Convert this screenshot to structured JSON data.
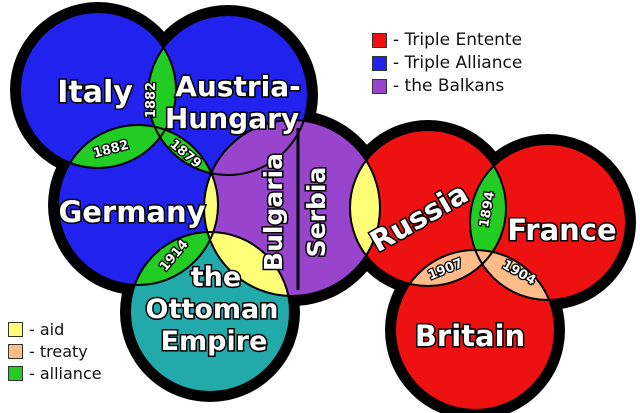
{
  "colors": {
    "triple_entente": "#ee1111",
    "triple_alliance": "#2222ee",
    "balkans": "#9944cc",
    "ottoman": "#22aaaa",
    "aid": "#ffff77",
    "treaty": "#ffbb88",
    "alliance": "#22cc22",
    "outline": "#000000"
  },
  "legend_blocs": [
    {
      "label": "- Triple Entente",
      "color": "#ee1111"
    },
    {
      "label": "- Triple Alliance",
      "color": "#2222ee"
    },
    {
      "label": "- the Balkans",
      "color": "#9944cc"
    }
  ],
  "legend_bonds": [
    {
      "label": "- aid",
      "color": "#ffff77"
    },
    {
      "label": "- treaty",
      "color": "#ffbb88"
    },
    {
      "label": "- alliance",
      "color": "#22cc22"
    }
  ],
  "countries": {
    "italy": {
      "label": "Italy"
    },
    "austria_hungary": {
      "line1": "Austria-",
      "line2": "Hungary"
    },
    "germany": {
      "label": "Germany"
    },
    "ottoman": {
      "line1": "the",
      "line2": "Ottoman",
      "line3": "Empire"
    },
    "bulgaria": {
      "label": "Bulgaria"
    },
    "serbia": {
      "label": "Serbia"
    },
    "russia": {
      "label": "Russia"
    },
    "france": {
      "label": "France"
    },
    "britain": {
      "label": "Britain"
    }
  },
  "bonds": {
    "italy_austria": "1882",
    "italy_germany": "1882",
    "germany_austria": "1879",
    "germany_ottoman": "1914",
    "russia_france": "1894",
    "russia_britain": "1907",
    "france_britain": "1904"
  }
}
